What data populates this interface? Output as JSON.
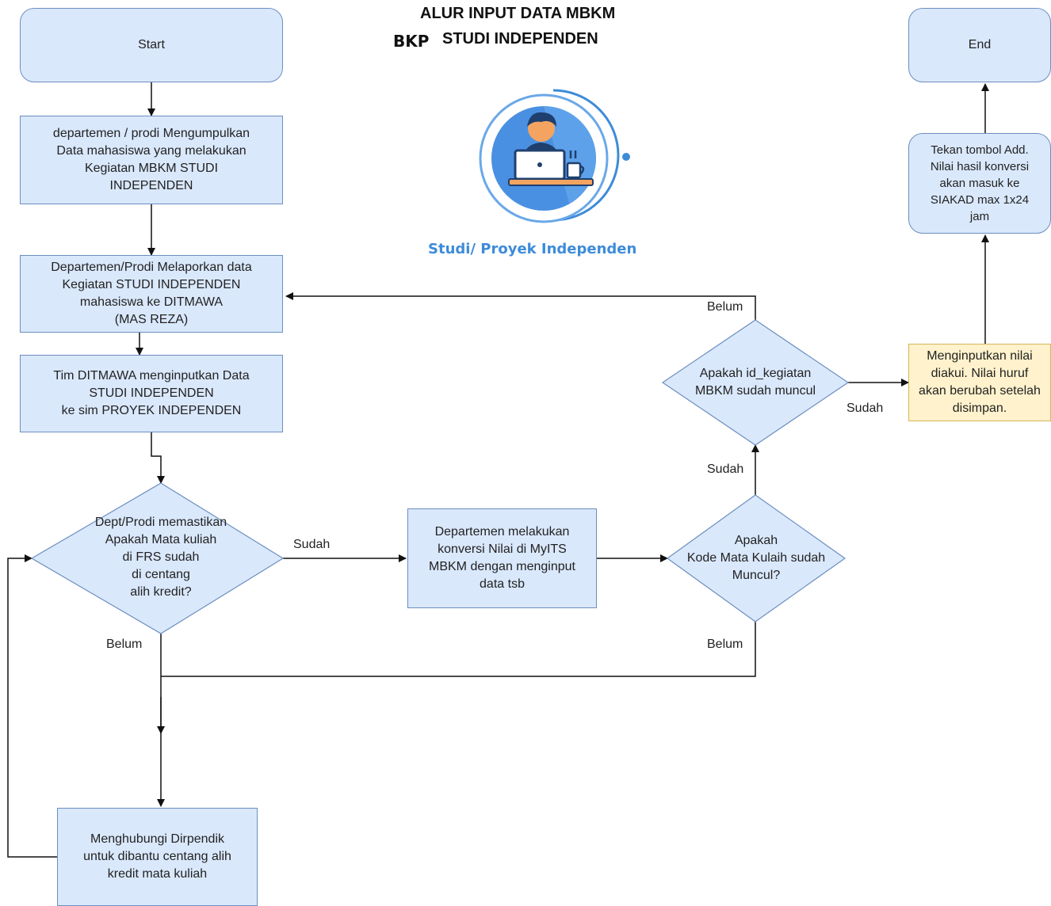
{
  "title": {
    "line1": "ALUR INPUT DATA MBKM",
    "prefix": "BKP",
    "line2": "STUDI INDEPENDEN"
  },
  "logo": {
    "icon": "person-laptop-icon",
    "caption": "Studi/ Proyek Independen",
    "colors": {
      "ring": "#3d8bd9",
      "inner": "#4a90e2",
      "caption": "#3d8bd9"
    }
  },
  "nodes": {
    "start": "Start",
    "collect": "departemen / prodi Mengumpulkan\nData mahasiswa yang melakukan\nKegiatan MBKM STUDI\nINDEPENDEN",
    "report": "Departemen/Prodi Melaporkan data\nKegiatan STUDI INDEPENDEN\nmahasiswa ke DITMAWA\n(MAS REZA)",
    "input_ditmawa": "Tim DITMAWA menginputkan Data\nSTUDI INDEPENDEN\nke sim PROYEK INDEPENDEN",
    "check_frs": "Dept/Prodi memastikan\nApakah Mata kuliah\ndi FRS sudah\ndi centang\nalih kredit?",
    "convert": "Departemen melakukan\nkonversi Nilai di MyITS\nMBKM dengan menginput\ndata tsb",
    "check_code": "Apakah\nKode Mata Kulaih sudah\nMuncul?",
    "check_id": "Apakah id_kegiatan\nMBKM sudah muncul",
    "input_grade": "Menginputkan nilai\ndiakui. Nilai huruf\nakan berubah setelah\ndisimpan.",
    "press_add": "Tekan tombol Add.\nNilai hasil konversi\nakan masuk ke\nSIAKAD max 1x24\njam",
    "end": "End",
    "contact": "Menghubungi Dirpendik\nuntuk dibantu centang alih\nkredit mata kuliah"
  },
  "edge_labels": {
    "frs_yes": "Sudah",
    "frs_no": "Belum",
    "code_yes": "Sudah",
    "code_no": "Belum",
    "id_yes": "Sudah",
    "id_no": "Belum"
  },
  "colors": {
    "box_fill": "#dae8fc",
    "box_stroke": "#6c8ebf",
    "note_fill": "#fff2cc",
    "note_stroke": "#d6b656",
    "line": "#111111"
  }
}
